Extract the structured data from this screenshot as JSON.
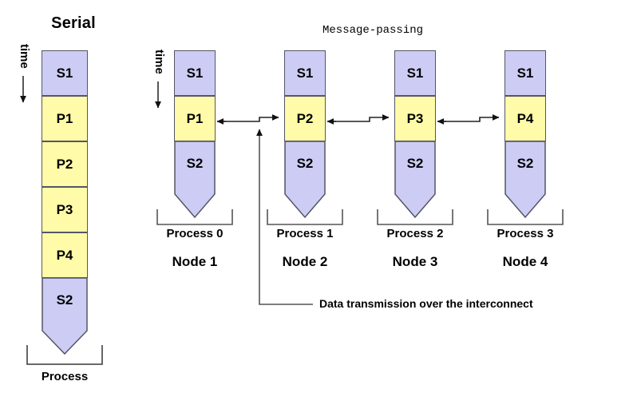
{
  "diagram": {
    "serial": {
      "title": "Serial",
      "time_label": "time",
      "blocks": [
        {
          "label": "S1",
          "kind": "serial"
        },
        {
          "label": "P1",
          "kind": "parallel"
        },
        {
          "label": "P2",
          "kind": "parallel"
        },
        {
          "label": "P3",
          "kind": "parallel"
        },
        {
          "label": "P4",
          "kind": "parallel"
        },
        {
          "label": "S2",
          "kind": "serial"
        }
      ],
      "bracket_label": "Process"
    },
    "message_passing": {
      "title": "Message-passing",
      "time_label": "time",
      "columns": [
        {
          "blocks": [
            "S1",
            "P1",
            "S2"
          ],
          "process_label": "Process 0",
          "node_label": "Node 1"
        },
        {
          "blocks": [
            "S1",
            "P2",
            "S2"
          ],
          "process_label": "Process 1",
          "node_label": "Node 2"
        },
        {
          "blocks": [
            "S1",
            "P3",
            "S2"
          ],
          "process_label": "Process 2",
          "node_label": "Node 3"
        },
        {
          "blocks": [
            "S1",
            "P4",
            "S2"
          ],
          "process_label": "Process 3",
          "node_label": "Node 4"
        }
      ],
      "callout_label": "Data transmission over the interconnect"
    },
    "colors": {
      "serial_block": "#ccccf4",
      "parallel_block": "#fffba8",
      "block_border": "#555566",
      "line": "#444444",
      "text": "#000000",
      "background": "#ffffff"
    }
  }
}
